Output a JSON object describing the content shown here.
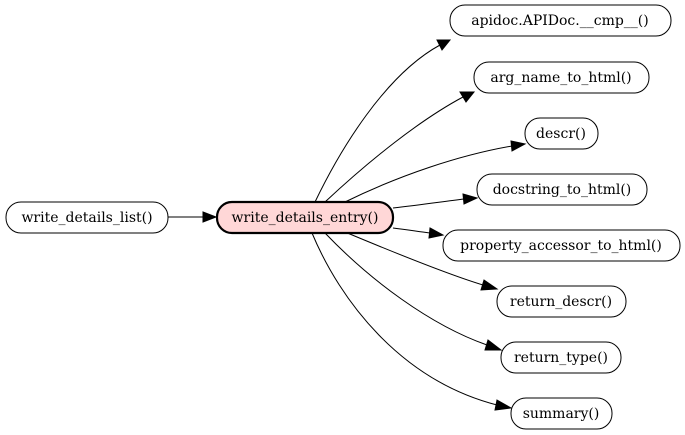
{
  "diagram": {
    "nodes": {
      "caller": {
        "label": "write_details_list()"
      },
      "focus": {
        "label": "write_details_entry()"
      },
      "callees": [
        {
          "label": "apidoc.APIDoc.__cmp__()"
        },
        {
          "label": "arg_name_to_html()"
        },
        {
          "label": "descr()"
        },
        {
          "label": "docstring_to_html()"
        },
        {
          "label": "property_accessor_to_html()"
        },
        {
          "label": "return_descr()"
        },
        {
          "label": "return_type()"
        },
        {
          "label": "summary()"
        }
      ]
    },
    "edges": [
      {
        "from": "write_details_list()",
        "to": "write_details_entry()"
      },
      {
        "from": "write_details_entry()",
        "to": "apidoc.APIDoc.__cmp__()"
      },
      {
        "from": "write_details_entry()",
        "to": "arg_name_to_html()"
      },
      {
        "from": "write_details_entry()",
        "to": "descr()"
      },
      {
        "from": "write_details_entry()",
        "to": "docstring_to_html()"
      },
      {
        "from": "write_details_entry()",
        "to": "property_accessor_to_html()"
      },
      {
        "from": "write_details_entry()",
        "to": "return_descr()"
      },
      {
        "from": "write_details_entry()",
        "to": "return_type()"
      },
      {
        "from": "write_details_entry()",
        "to": "summary()"
      }
    ],
    "colors": {
      "focus_fill": "#ffd7d7",
      "node_fill": "#ffffff",
      "stroke": "#000000"
    }
  }
}
